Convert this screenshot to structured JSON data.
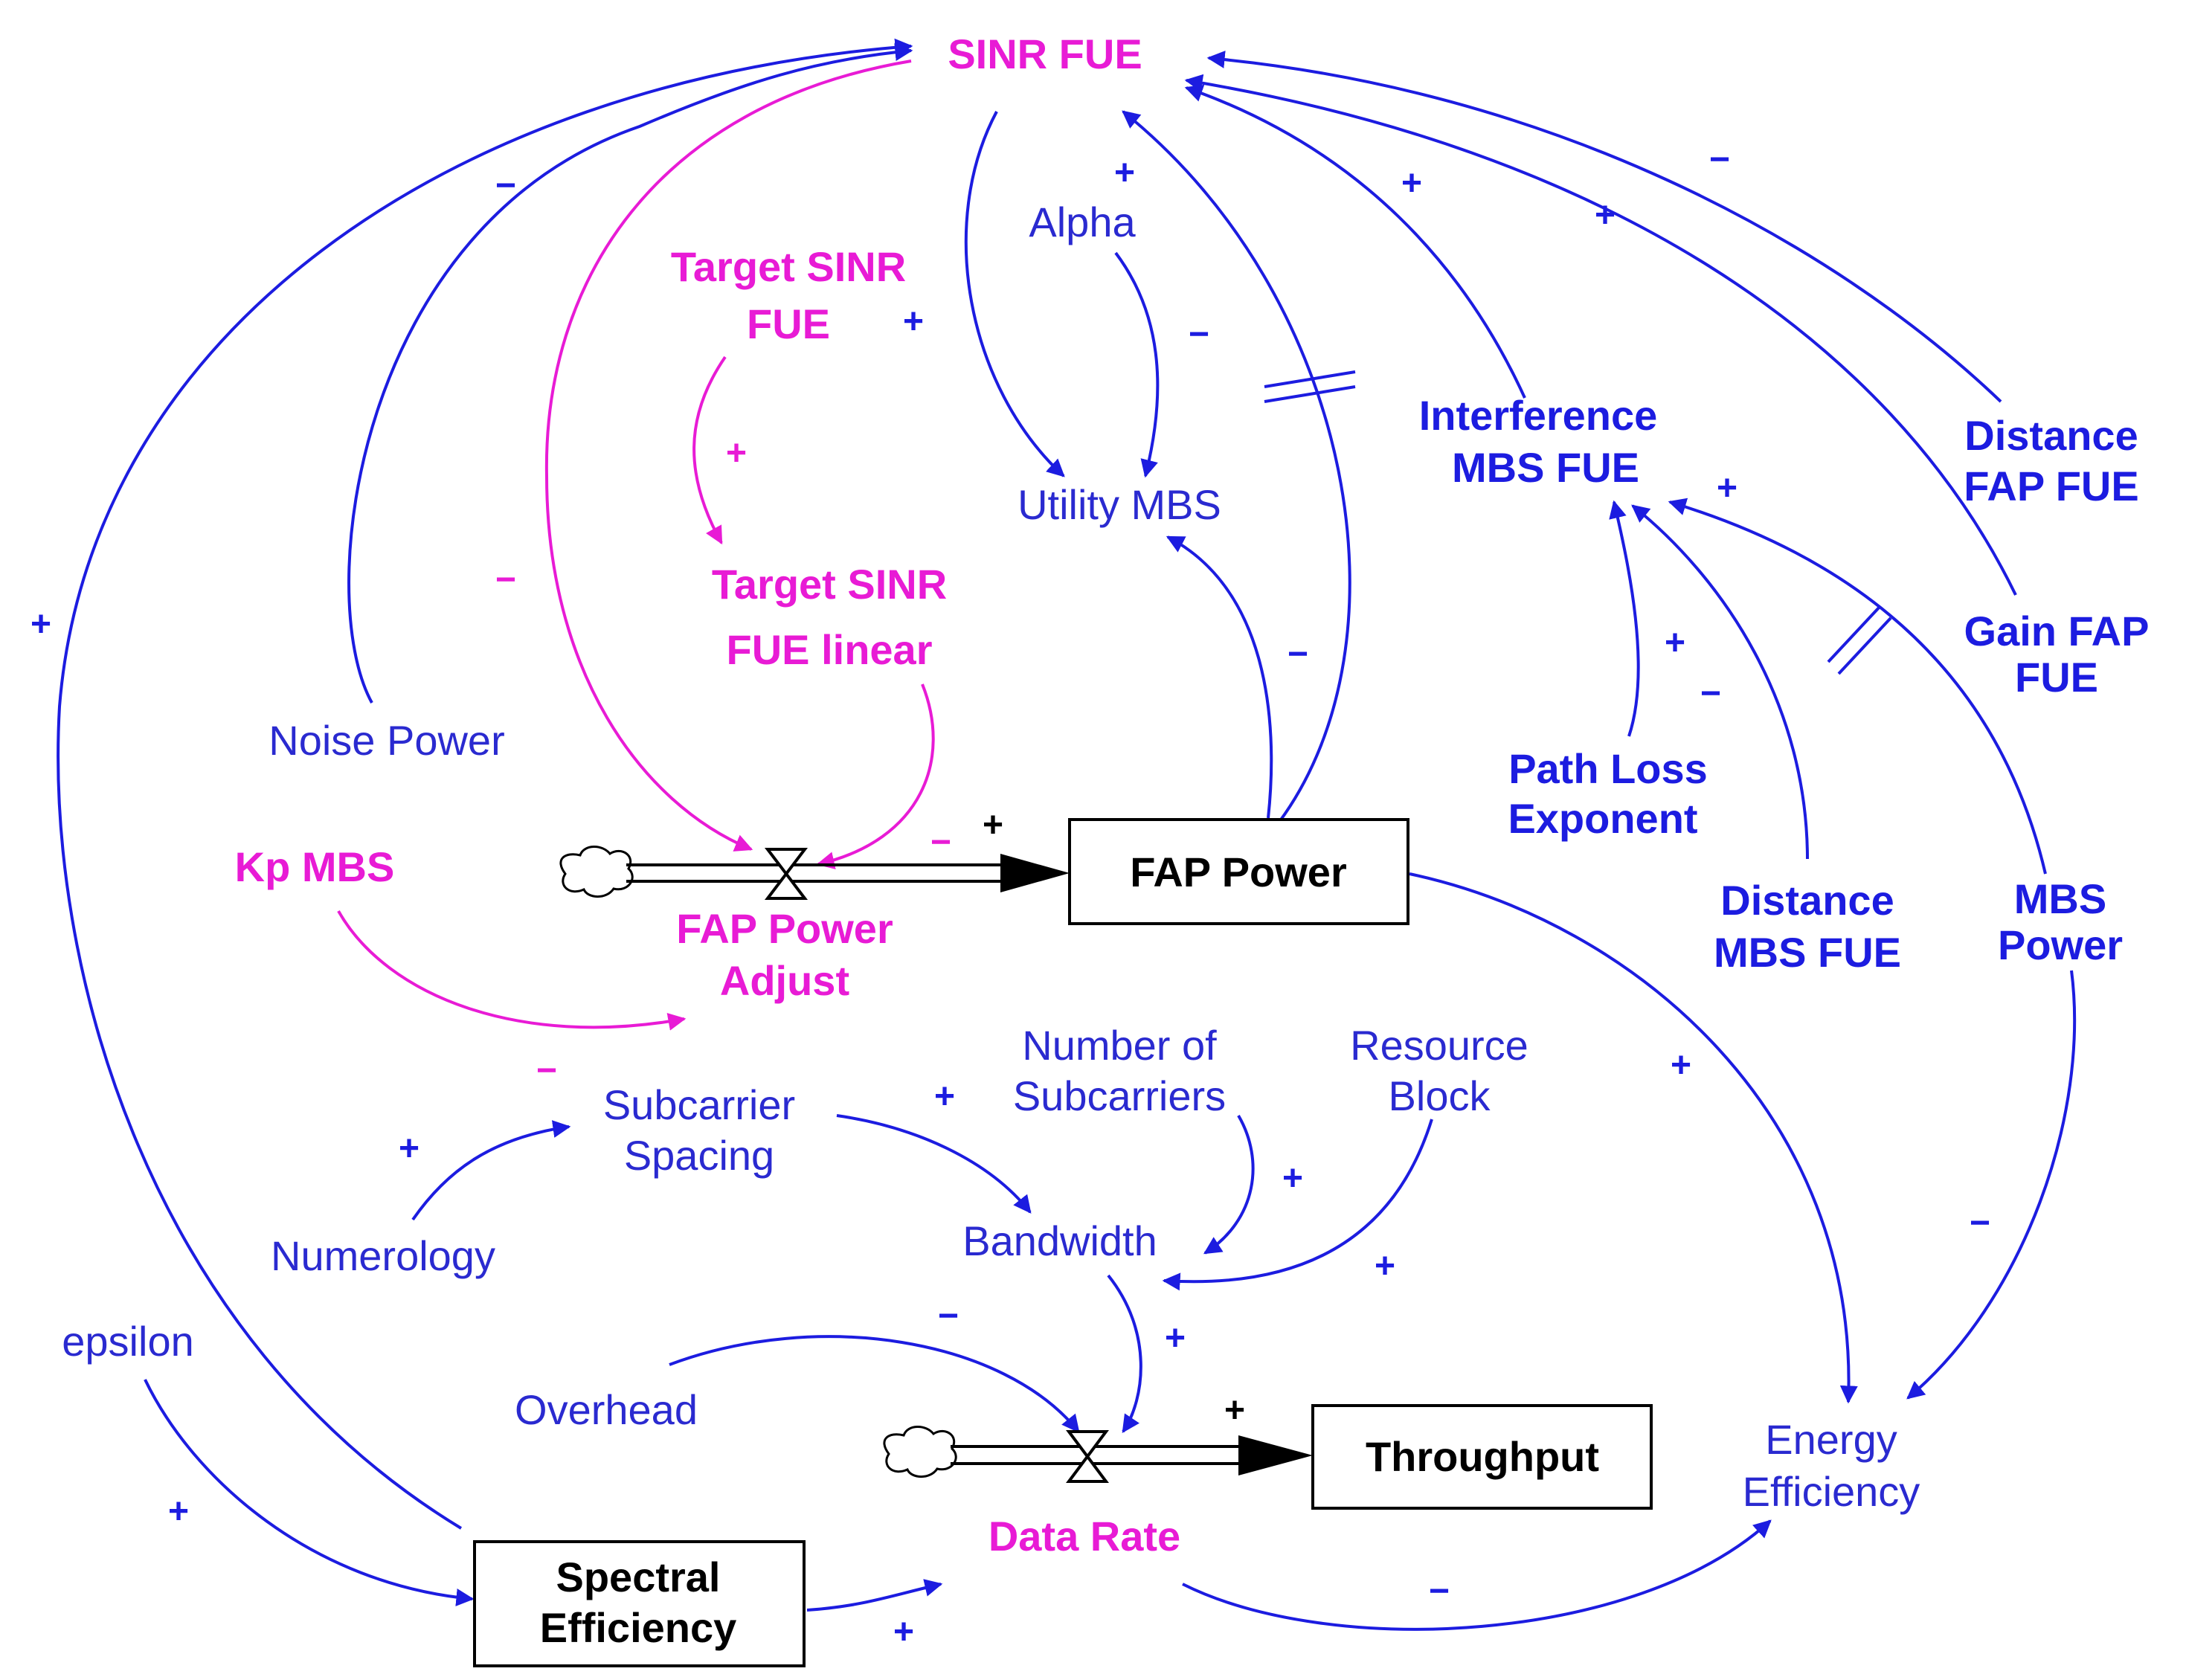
{
  "variables": {
    "sinr_fue": "SINR FUE",
    "alpha": "Alpha",
    "target_sinr_fue": [
      "Target SINR",
      "FUE"
    ],
    "target_sinr_fue_linear": [
      "Target SINR",
      "FUE linear"
    ],
    "utility_mbs": "Utility MBS",
    "interference_mbs_fue": [
      "Interference",
      "MBS FUE"
    ],
    "distance_fap_fue": [
      "Distance",
      "FAP FUE"
    ],
    "gain_fap_fue": [
      "Gain FAP",
      "FUE"
    ],
    "noise_power": "Noise Power",
    "path_loss_exponent": [
      "Path Loss",
      "Exponent"
    ],
    "kp_mbs": "Kp MBS",
    "fap_power_adjust": [
      "FAP Power",
      "Adjust"
    ],
    "distance_mbs_fue": [
      "Distance",
      "MBS FUE"
    ],
    "mbs_power": [
      "MBS",
      "Power"
    ],
    "number_of_subcarriers": [
      "Number of",
      "Subcarriers"
    ],
    "resource_block": [
      "Resource",
      "Block"
    ],
    "subcarrier_spacing": [
      "Subcarrier",
      "Spacing"
    ],
    "numerology": "Numerology",
    "bandwidth": "Bandwidth",
    "epsilon": "epsilon",
    "overhead": "Overhead",
    "data_rate": "Data Rate",
    "energy_efficiency": [
      "Energy",
      "Efficiency"
    ]
  },
  "stocks": {
    "fap_power": "FAP Power",
    "throughput": "Throughput",
    "spectral_efficiency": [
      "Spectral",
      "Efficiency"
    ]
  },
  "polarities": {
    "plus": "+",
    "minus": "−"
  },
  "colors": {
    "blue_link": "#1c1ce0",
    "pink_link": "#e81bd5",
    "stock_border": "#000000"
  }
}
